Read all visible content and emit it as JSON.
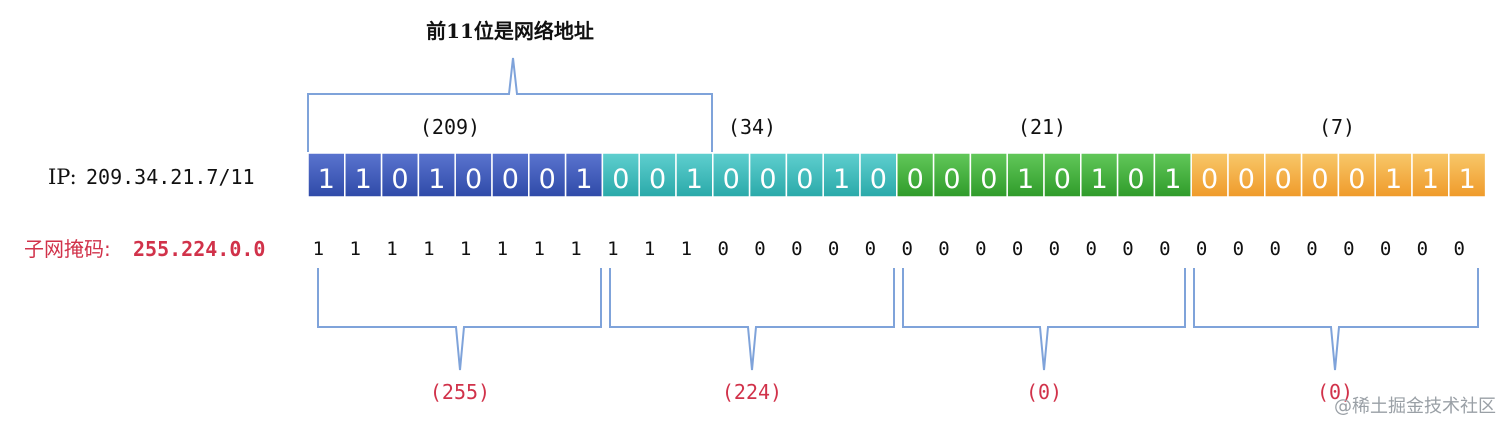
{
  "title": "前11位是网络地址",
  "ip": {
    "label": "IP:",
    "value": "209.34.21.7/11",
    "octets": [
      {
        "label": "(209)",
        "bits": "11010001",
        "color_top": "#5a74cf",
        "color_bottom": "#2f4aa8"
      },
      {
        "label": "(34)",
        "bits": "00100010",
        "color_top": "#5fcfcf",
        "color_bottom": "#2aa9a9"
      },
      {
        "label": "(21)",
        "bits": "00010101",
        "color_top": "#62c85a",
        "color_bottom": "#2f9b2a"
      },
      {
        "label": "(7)",
        "bits": "00000111",
        "color_top": "#f8c86a",
        "color_bottom": "#ef9a2a"
      }
    ]
  },
  "mask": {
    "label": "子网掩码:",
    "value": "255.224.0.0",
    "octets": [
      {
        "label": "(255)",
        "bits": "11111111"
      },
      {
        "label": "(224)",
        "bits": "11100000"
      },
      {
        "label": "(0)",
        "bits": "00000000"
      },
      {
        "label": "(0)",
        "bits": "00000000"
      }
    ]
  },
  "watermark": "@稀土掘金技术社区",
  "colors": {
    "brace": "#7fa3da",
    "mask_text": "#d1324a"
  }
}
